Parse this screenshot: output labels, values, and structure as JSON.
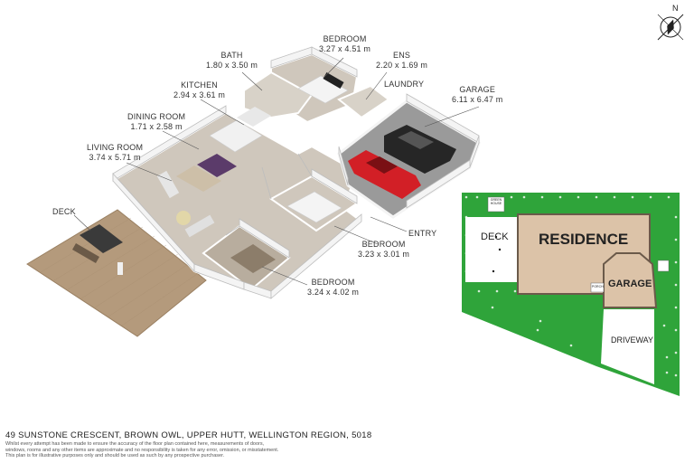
{
  "rooms": {
    "bedroom_top": {
      "name": "BEDROOM",
      "size": "3.27 x 4.51 m"
    },
    "bath": {
      "name": "BATH",
      "size": "1.80 x 3.50 m"
    },
    "ens": {
      "name": "ENS",
      "size": "2.20 x 1.69 m"
    },
    "laundry": {
      "name": "LAUNDRY"
    },
    "kitchen": {
      "name": "KITCHEN",
      "size": "2.94 x 3.61 m"
    },
    "garage": {
      "name": "GARAGE",
      "size": "6.11 x 6.47 m"
    },
    "dining": {
      "name": "DINING ROOM",
      "size": "1.71 x 2.58 m"
    },
    "living": {
      "name": "LIVING ROOM",
      "size": "3.74 x 5.71 m"
    },
    "deck": {
      "name": "DECK"
    },
    "entry": {
      "name": "ENTRY"
    },
    "bedroom_mid": {
      "name": "BEDROOM",
      "size": "3.23 x 3.01 m"
    },
    "bedroom_low": {
      "name": "BEDROOM",
      "size": "3.24 x 4.02 m"
    }
  },
  "site_plan": {
    "residence": "RESIDENCE",
    "garage": "GARAGE",
    "deck": "DECK",
    "driveway": "DRIVEWAY",
    "green_house": "GREEN HOUSE",
    "porch": "PORCH"
  },
  "compass": {
    "north": "N"
  },
  "footer": {
    "address": "49 SUNSTONE CRESCENT, BROWN OWL, UPPER HUTT, WELLINGTON REGION, 5018",
    "disclaimer_1": "Whilst every attempt has been made to ensure the accuracy of the floor plan contained here, measurements of doors,",
    "disclaimer_2": "windows, rooms and any other items are approximate and no responsibility is taken for any error, omission, or misstatement.",
    "disclaimer_3": "This plan is for illustrative purposes only and should be used as such by any prospective purchaser."
  },
  "colors": {
    "wall": "#f4f4f4",
    "floor": "#cfc7bc",
    "deck": "#b49a7c",
    "garage_floor": "#9a9a9a",
    "residence": "#dcc3a8",
    "lawn": "#2fa43a",
    "car_red": "#d21f26",
    "car_black": "#262626"
  }
}
